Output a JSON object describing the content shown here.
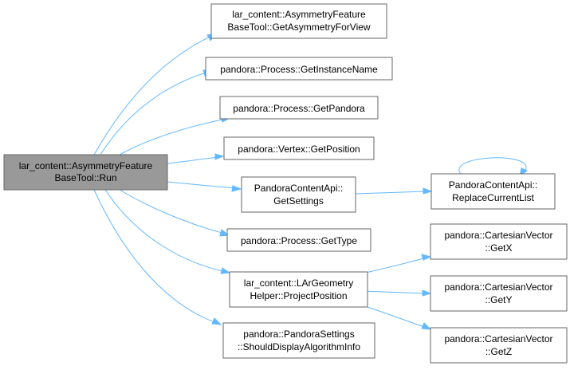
{
  "nodes": {
    "root": [
      "lar_content::AsymmetryFeature",
      "BaseTool::Run"
    ],
    "get_asymmetry": [
      "lar_content::AsymmetryFeature",
      "BaseTool::GetAsymmetryForView"
    ],
    "get_instance_name": [
      "pandora::Process::GetInstanceName"
    ],
    "get_pandora": [
      "pandora::Process::GetPandora"
    ],
    "get_position": [
      "pandora::Vertex::GetPosition"
    ],
    "get_settings": [
      "PandoraContentApi::",
      "GetSettings"
    ],
    "replace_current_list": [
      "PandoraContentApi::",
      "ReplaceCurrentList"
    ],
    "get_type": [
      "pandora::Process::GetType"
    ],
    "project_position": [
      "lar_content::LArGeometry",
      "Helper::ProjectPosition"
    ],
    "get_x": [
      "pandora::CartesianVector",
      "::GetX"
    ],
    "get_y": [
      "pandora::CartesianVector",
      "::GetY"
    ],
    "get_z": [
      "pandora::CartesianVector",
      "::GetZ"
    ],
    "should_display": [
      "pandora::PandoraSettings",
      "::ShouldDisplayAlgorithmInfo"
    ]
  },
  "colors": {
    "edge": "#63b8ff",
    "root_fill": "#999999",
    "node_border": "#666666"
  }
}
